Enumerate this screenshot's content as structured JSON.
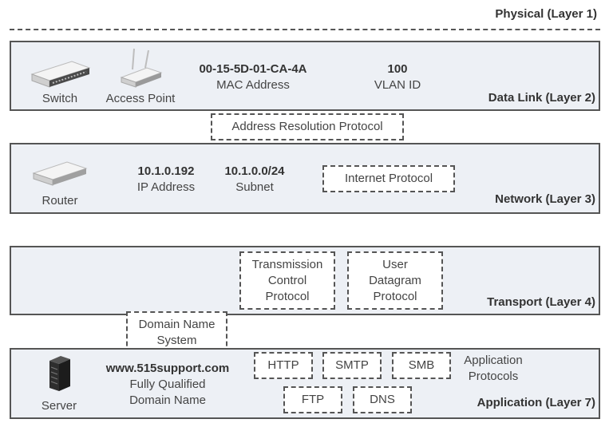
{
  "physical": {
    "label": "Physical (Layer 1)"
  },
  "data_link": {
    "label": "Data Link (Layer 2)",
    "switch_label": "Switch",
    "access_point_label": "Access Point",
    "mac_value": "00-15-5D-01-CA-4A",
    "mac_caption": "MAC Address",
    "vlan_value": "100",
    "vlan_caption": "VLAN ID"
  },
  "arp": {
    "label": "Address Resolution Protocol"
  },
  "network": {
    "label": "Network (Layer 3)",
    "router_label": "Router",
    "ip_value": "10.1.0.192",
    "ip_caption": "IP Address",
    "subnet_value": "10.1.0.0/24",
    "subnet_caption": "Subnet",
    "protocol": "Internet Protocol"
  },
  "transport": {
    "label": "Transport (Layer 4)",
    "tcp": [
      "Transmission",
      "Control",
      "Protocol"
    ],
    "udp": [
      "User",
      "Datagram",
      "Protocol"
    ]
  },
  "dns_system": {
    "lines": [
      "Domain Name",
      "System"
    ]
  },
  "application": {
    "label": "Application (Layer 7)",
    "server_label": "Server",
    "fqdn_value": "www.515support.com",
    "fqdn_caption": [
      "Fully Qualified",
      "Domain Name"
    ],
    "protocols": [
      "HTTP",
      "SMTP",
      "SMB",
      "FTP",
      "DNS"
    ],
    "protocols_caption": [
      "Application",
      "Protocols"
    ]
  },
  "colors": {
    "layer_fill": "#edf0f5",
    "border": "#555555",
    "text": "#333333"
  }
}
